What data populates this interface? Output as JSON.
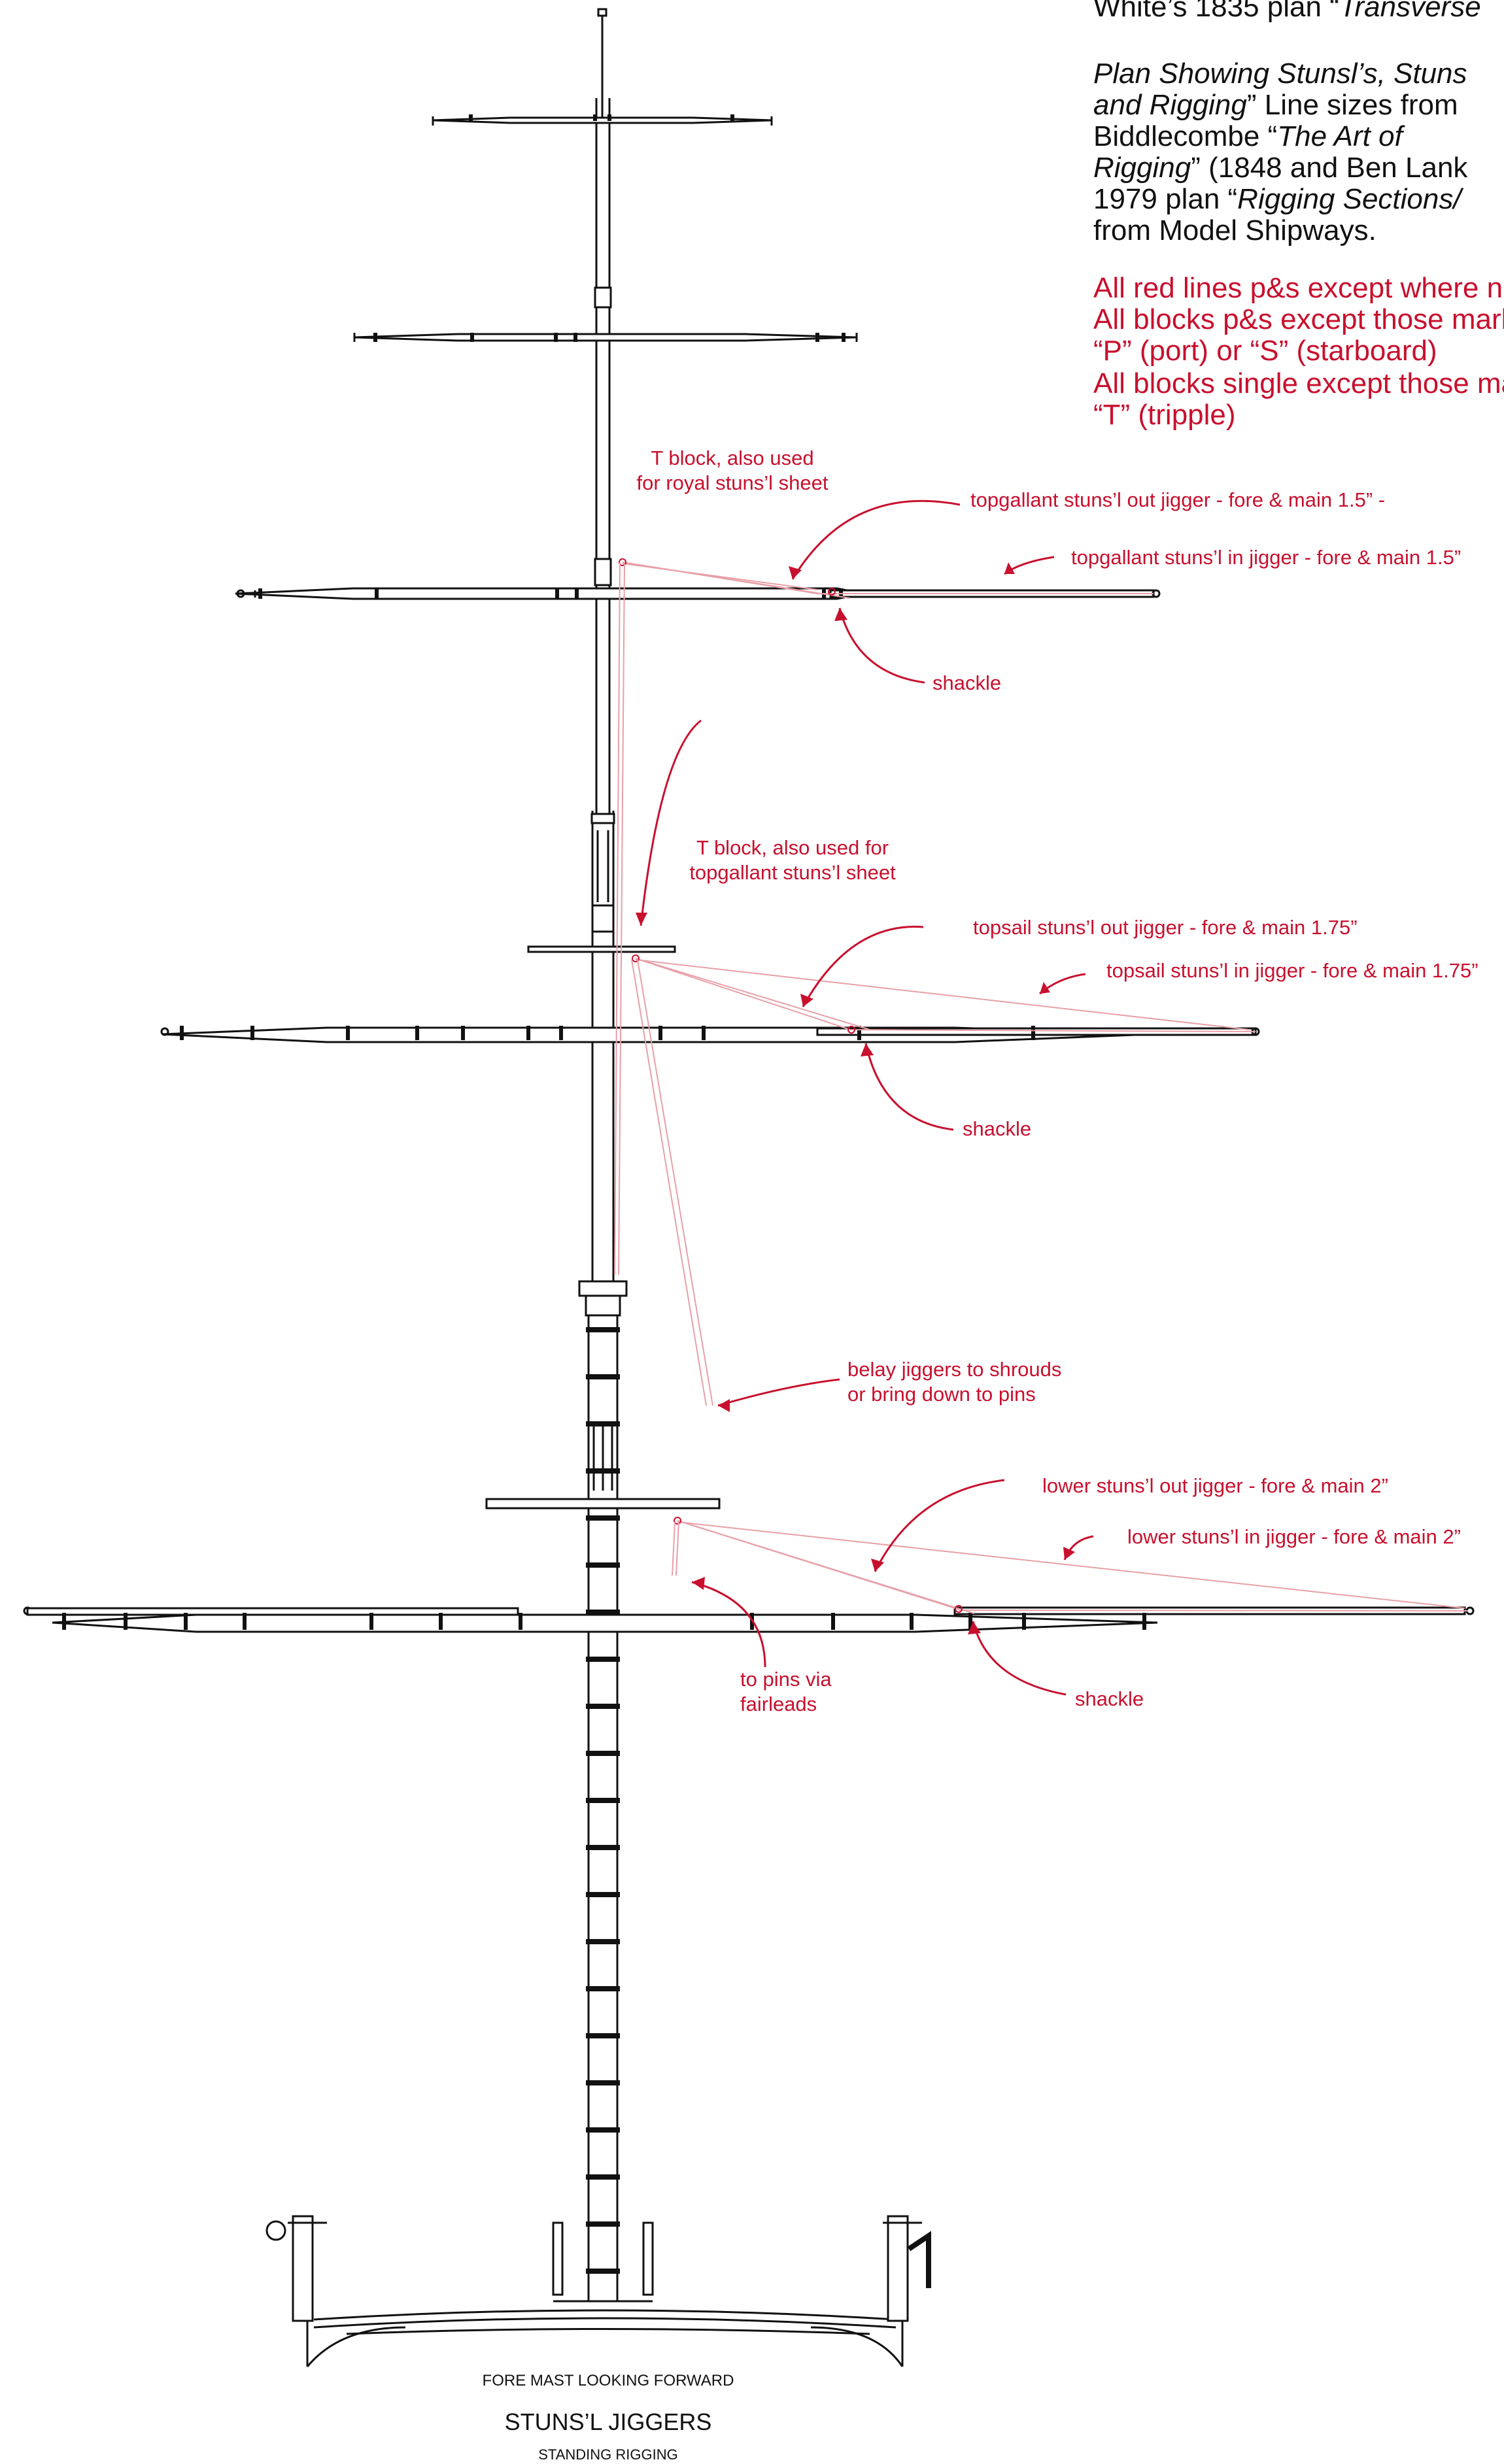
{
  "notes": {
    "line1_plain": "White’s 1835 plan “",
    "line1_italic": "Transverse",
    "line2_italic": "Plan Showing Stunsl’s, Stuns",
    "line3_italic": "and Rigging",
    "line3_plain": "” Line sizes from",
    "line4_plain": "Biddlecombe “",
    "line4_italic": "The Art of",
    "line5_italic": "Rigging",
    "line5_plain": "” (1848 and Ben Lank",
    "line6_plain": "1979 plan “",
    "line6_italic": "Rigging Sections/",
    "line7_plain": "from Model Shipways.",
    "red1": "All red lines p&s except where no",
    "red2": "All blocks p&s except those mark",
    "red3": "“P” (port) or “S” (starboard)",
    "red4": "All blocks single except those ma",
    "red5": "“T” (tripple)"
  },
  "labels": {
    "t_block_royal_1": "T block, also used",
    "t_block_royal_2": "for royal stuns’l sheet",
    "tg_out": "topgallant stuns’l out jigger - fore & main 1.5” -",
    "tg_in": "topgallant stuns’l in jigger - fore & main 1.5”",
    "shackle_1": "shackle",
    "t_block_tg_1": "T block, also used for",
    "t_block_tg_2": "topgallant stuns’l sheet",
    "ts_out": "topsail stuns’l out jigger - fore & main 1.75”",
    "ts_in": "topsail stuns’l in jigger - fore & main 1.75”",
    "shackle_2": "shackle",
    "belay_1": "belay jiggers to shrouds",
    "belay_2": "or bring down to pins",
    "low_out": "lower stuns’l out jigger - fore & main 2”",
    "low_in": "lower stuns’l in jigger - fore & main 2”",
    "pins_1": "to pins via",
    "pins_2": "fairleads",
    "shackle_3": "shackle"
  },
  "captions": {
    "view": "FORE MAST LOOKING FORWARD",
    "title": "STUNS’L JIGGERS",
    "subtitle": "STANDING RIGGING"
  },
  "colors": {
    "ink": "#111111",
    "rigging_red": "#c8102e",
    "rigging_pink": "#e8a0a8"
  }
}
